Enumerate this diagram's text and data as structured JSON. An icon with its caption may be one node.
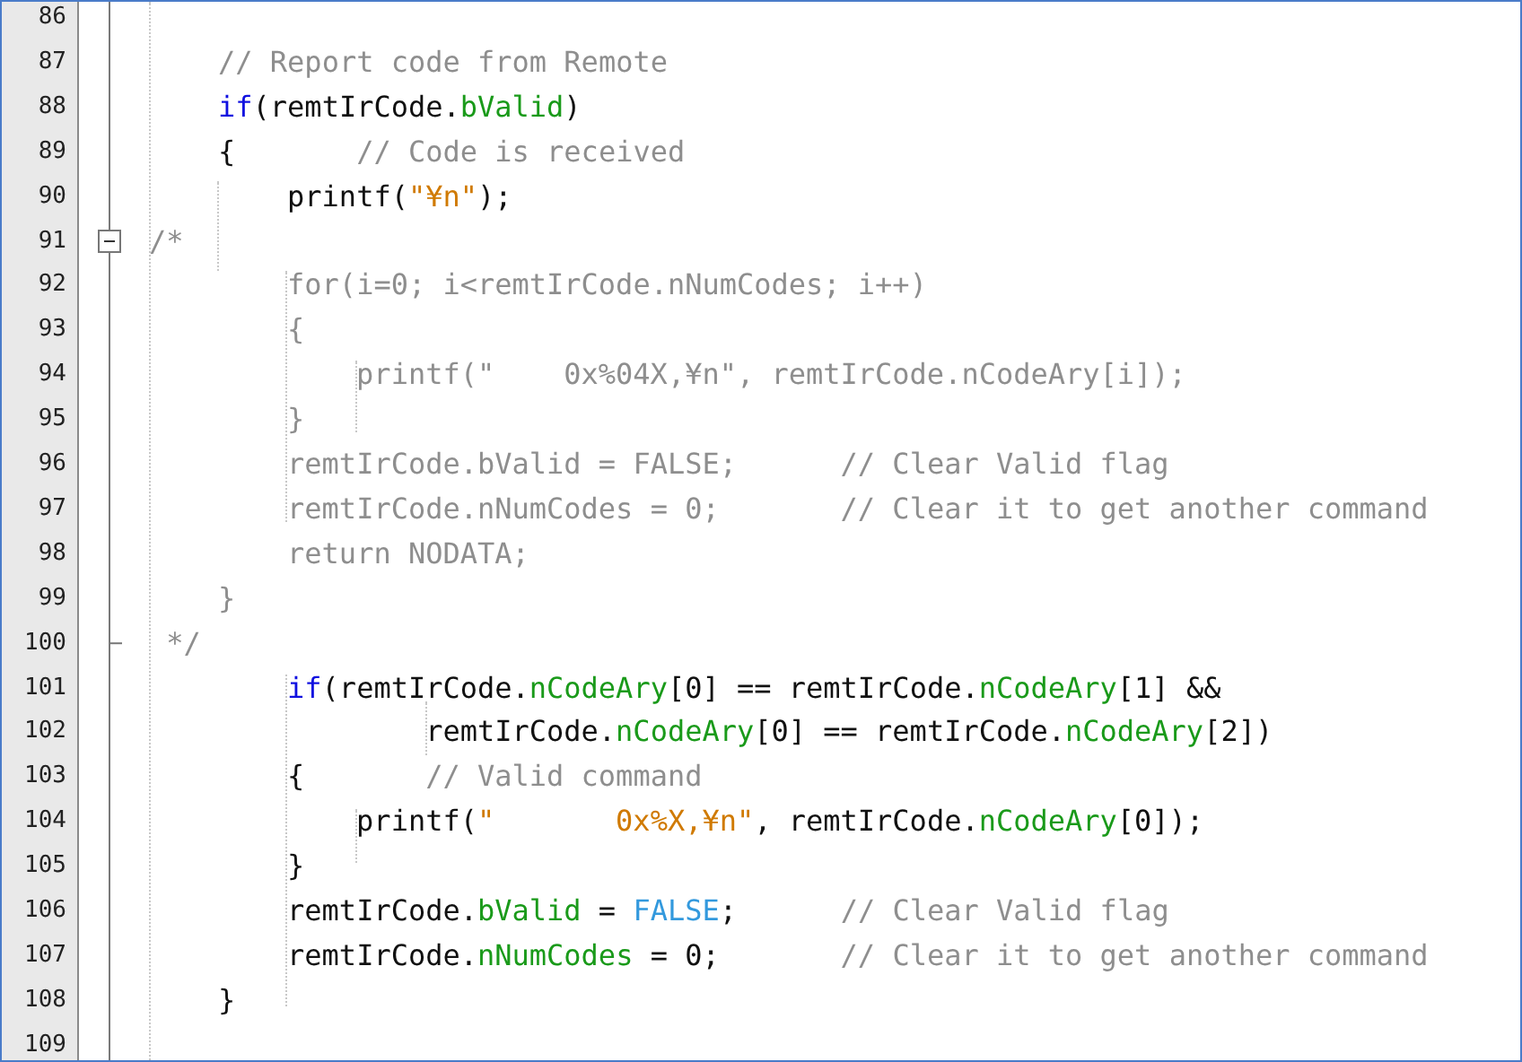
{
  "diagram": {
    "labels": [
      "86",
      "87",
      "// Report code from Remote",
      "88",
      "if(remtIrCode.bValid)",
      "89",
      "{       // Code is received",
      "90",
      "printf(\"¥n\");",
      "91",
      "/*",
      "92",
      "for(i=0; i<remtIrCode.nNumCodes; i++)",
      "93",
      "{",
      "94",
      "printf(\"    0x%04X,¥n\", remtIrCode.nCodeAry[i]);",
      "95",
      "}",
      "96",
      "remtIrCode.bValid = FALSE;      // Clear Valid flag",
      "97",
      "remtIrCode.nNumCodes = 0;       // Clear it to get another command",
      "98",
      "return NODATA;",
      "99",
      "}",
      "100",
      "*/",
      "101",
      "if(remtIrCode.nCodeAry[0] == remtIrCode.nCodeAry[1] &&",
      "102",
      "remtIrCode.nCodeAry[0] == remtIrCode.nCodeAry[2])",
      "103",
      "{       // Valid command",
      "104",
      "printf(\"       0x%X,¥n\", remtIrCode.nCodeAry[0]);",
      "105",
      "}",
      "106",
      "remtIrCode.bValid = FALSE;      // Clear Valid flag",
      "107",
      "remtIrCode.nNumCodes = 0;       // Clear it to get another command",
      "108",
      "}",
      "109"
    ]
  }
}
